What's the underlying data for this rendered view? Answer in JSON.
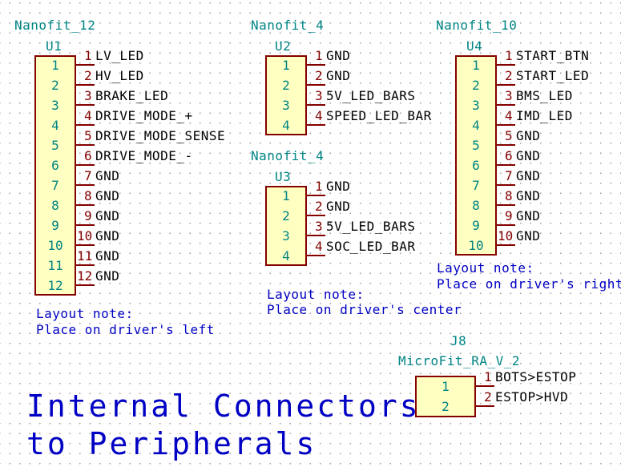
{
  "colors": {
    "body_fill": "#ffffc2",
    "outline": "#840000",
    "reference": "#008484",
    "note": "#0000c4",
    "grid": "#a6a6a6"
  },
  "components": [
    {
      "value": "Nanofit_12",
      "ref": "U1",
      "pins": [
        {
          "num": "1",
          "label": "LV_LED"
        },
        {
          "num": "2",
          "label": "HV_LED"
        },
        {
          "num": "3",
          "label": "BRAKE_LED"
        },
        {
          "num": "4",
          "label": "DRIVE_MODE_+"
        },
        {
          "num": "5",
          "label": "DRIVE_MODE_SENSE"
        },
        {
          "num": "6",
          "label": "DRIVE_MODE_-"
        },
        {
          "num": "7",
          "label": "GND"
        },
        {
          "num": "8",
          "label": "GND"
        },
        {
          "num": "9",
          "label": "GND"
        },
        {
          "num": "10",
          "label": "GND"
        },
        {
          "num": "11",
          "label": "GND"
        },
        {
          "num": "12",
          "label": "GND"
        }
      ]
    },
    {
      "value": "Nanofit_4",
      "ref": "U2",
      "pins": [
        {
          "num": "1",
          "label": "GND"
        },
        {
          "num": "2",
          "label": "GND"
        },
        {
          "num": "3",
          "label": "5V_LED_BARS"
        },
        {
          "num": "4",
          "label": "SPEED_LED_BAR"
        }
      ]
    },
    {
      "value": "Nanofit_4",
      "ref": "U3",
      "pins": [
        {
          "num": "1",
          "label": "GND"
        },
        {
          "num": "2",
          "label": "GND"
        },
        {
          "num": "3",
          "label": "5V_LED_BARS"
        },
        {
          "num": "4",
          "label": "SOC_LED_BAR"
        }
      ]
    },
    {
      "value": "Nanofit_10",
      "ref": "U4",
      "pins": [
        {
          "num": "1",
          "label": "START_BTN"
        },
        {
          "num": "2",
          "label": "START_LED"
        },
        {
          "num": "3",
          "label": "BMS_LED"
        },
        {
          "num": "4",
          "label": "IMD_LED"
        },
        {
          "num": "5",
          "label": "GND"
        },
        {
          "num": "6",
          "label": "GND"
        },
        {
          "num": "7",
          "label": "GND"
        },
        {
          "num": "8",
          "label": "GND"
        },
        {
          "num": "9",
          "label": "GND"
        },
        {
          "num": "10",
          "label": "GND"
        }
      ]
    },
    {
      "value": "MicroFit_RA_V_2",
      "ref": "J8",
      "pins": [
        {
          "num": "1",
          "label": "BOTS>ESTOP"
        },
        {
          "num": "2",
          "label": "ESTOP>HVD"
        }
      ]
    }
  ],
  "notes": {
    "u1": {
      "line1": "Layout note:",
      "line2": "Place on driver's left"
    },
    "u3": {
      "line1": "Layout note:",
      "line2": "Place on driver's center"
    },
    "u4": {
      "line1": "Layout note:",
      "line2": "Place on driver's right"
    }
  },
  "title": {
    "line1": "Internal Connectors",
    "line2": "to Peripherals"
  }
}
